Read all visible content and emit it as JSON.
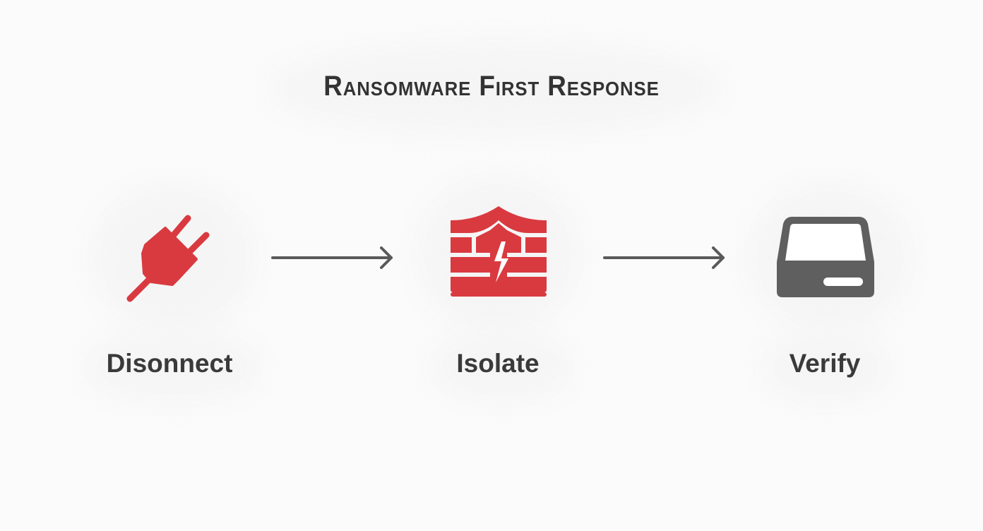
{
  "title": "Ransomware First Response",
  "colors": {
    "accent": "#d93a40",
    "neutral": "#5f5f5f",
    "text": "#333333",
    "background": "#fbfbfb"
  },
  "steps": [
    {
      "label": "Disonnect",
      "icon": "plug-icon",
      "color": "#d93a40"
    },
    {
      "label": "Isolate",
      "icon": "firewall-icon",
      "color": "#d93a40"
    },
    {
      "label": "Verify",
      "icon": "drive-icon",
      "color": "#5f5f5f"
    }
  ],
  "connectors": [
    {
      "from": "Disonnect",
      "to": "Isolate",
      "icon": "arrow-right-icon"
    },
    {
      "from": "Isolate",
      "to": "Verify",
      "icon": "arrow-right-icon"
    }
  ]
}
